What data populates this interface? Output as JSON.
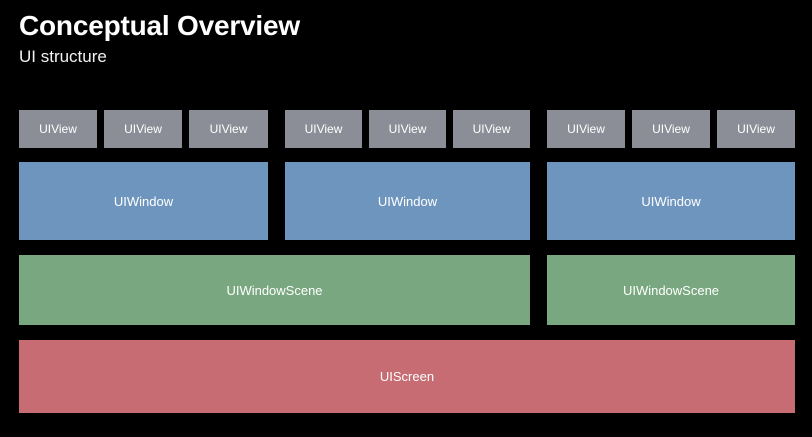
{
  "header": {
    "title": "Conceptual Overview",
    "subtitle": "UI structure"
  },
  "colors": {
    "background": "#000000",
    "title_text": "#ffffff",
    "uiview": "#8b8e97",
    "uiwindow": "#6e95be",
    "uiwindowscene": "#79a77f",
    "uiscreen": "#c66c72",
    "box_label": "#ffffff"
  },
  "diagram": {
    "layers": [
      {
        "name": "uiview-row",
        "label": "UIView",
        "groups": [
          {
            "items": [
              "UIView",
              "UIView",
              "UIView"
            ]
          },
          {
            "items": [
              "UIView",
              "UIView",
              "UIView"
            ]
          },
          {
            "items": [
              "UIView",
              "UIView",
              "UIView"
            ]
          }
        ]
      },
      {
        "name": "uiwindow-row",
        "label": "UIWindow",
        "groups": [
          {
            "items": [
              "UIWindow"
            ]
          },
          {
            "items": [
              "UIWindow"
            ]
          },
          {
            "items": [
              "UIWindow"
            ]
          }
        ]
      },
      {
        "name": "uiwindowscene-row",
        "label": "UIWindowScene",
        "groups": [
          {
            "items": [
              "UIWindowScene"
            ]
          },
          {
            "items": [
              "UIWindowScene"
            ]
          }
        ]
      },
      {
        "name": "uiscreen-row",
        "label": "UIScreen",
        "groups": [
          {
            "items": [
              "UIScreen"
            ]
          }
        ]
      }
    ],
    "views": {
      "g1": [
        "UIView",
        "UIView",
        "UIView"
      ],
      "g2": [
        "UIView",
        "UIView",
        "UIView"
      ],
      "g3": [
        "UIView",
        "UIView",
        "UIView"
      ]
    },
    "windows": [
      "UIWindow",
      "UIWindow",
      "UIWindow"
    ],
    "scenes": [
      "UIWindowScene",
      "UIWindowScene"
    ],
    "screen": "UIScreen"
  }
}
